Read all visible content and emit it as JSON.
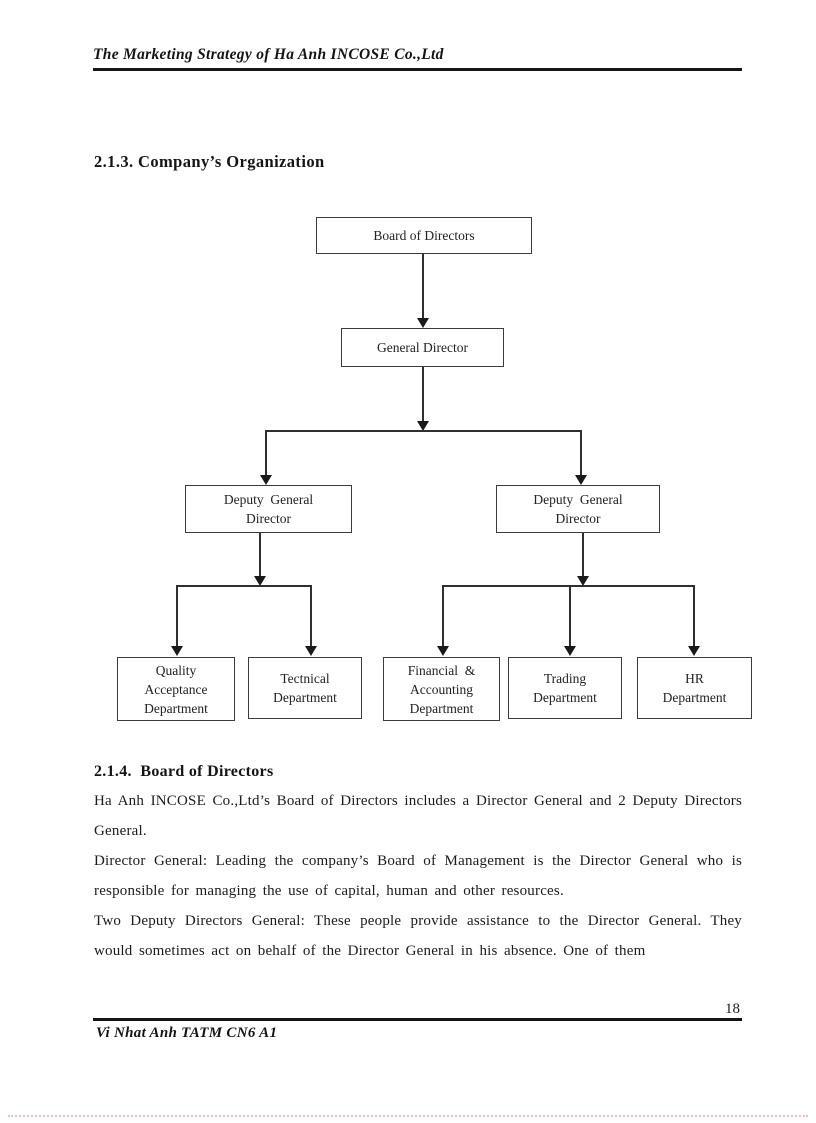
{
  "page": {
    "header_title": "The Marketing Strategy of Ha Anh INCOSE Co.,Ltd",
    "page_number": "18",
    "footer_signature": "Vi Nhat Anh TATM CN6 A1"
  },
  "section_213": {
    "heading": "2.1.3. Company’s Organization"
  },
  "org_chart": {
    "nodes": {
      "board": "Board of Directors",
      "general_director": "General Director",
      "deputy_left": "Deputy  General\nDirector",
      "deputy_right": "Deputy  General\nDirector",
      "quality": "Quality\nAcceptance\nDepartment",
      "technical": "Tectnical\nDepartment",
      "financial": "Financial  &\nAccounting\nDepartment",
      "trading": "Trading\nDepartment",
      "hr": "HR\nDepartment"
    }
  },
  "section_214": {
    "heading": "2.1.4.  Board of Directors",
    "paragraphs": [
      "Ha Anh INCOSE Co.,Ltd’s Board of Directors includes a Director General and 2 Deputy Directors General.",
      "Director General: Leading the company’s Board of Management is the Director General who is responsible for managing the use of capital, human and other resources.",
      "Two Deputy Directors General: These people provide assistance to the Director General. They would sometimes act on behalf of the Director General in his absence. One of them"
    ]
  }
}
